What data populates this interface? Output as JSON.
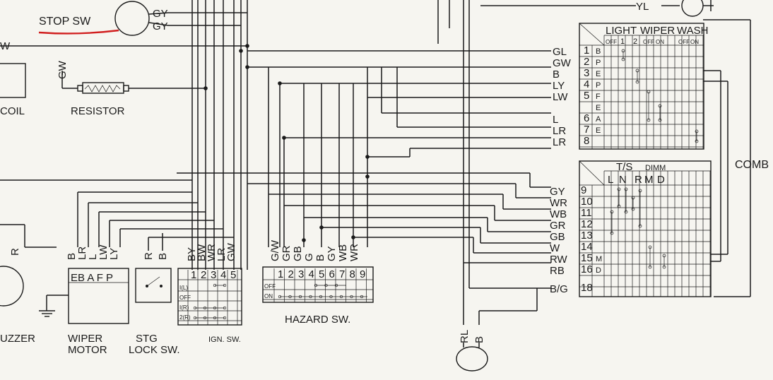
{
  "components": {
    "stop_sw": "STOP SW",
    "coil": "COIL",
    "resistor": "RESISTOR",
    "comb": "COMB",
    "wiper_terminals": "EB A F P",
    "wiper_motor_1": "WIPER",
    "wiper_motor_2": "MOTOR",
    "buzzer": "UZZER",
    "stg_1": "STG",
    "stg_2": "LOCK SW.",
    "ign_sw": "IGN. SW.",
    "hazard_sw": "HAZARD SW."
  },
  "wires": {
    "stop_gy_1": "GY",
    "stop_gy_2": "GY",
    "yl": "YL",
    "w_left": "W",
    "gw_resistor": "GW",
    "r_buzzer": "R"
  },
  "comb_upper": {
    "headers": [
      "LIGHT",
      "WIPER",
      "WASH"
    ],
    "subheaders": [
      "OFF",
      "1",
      "2",
      "OFF",
      "ON",
      "OFF",
      "ON"
    ],
    "rows": [
      {
        "wire": "GL",
        "num": "1",
        "code": "B"
      },
      {
        "wire": "GW",
        "num": "2",
        "code": "P"
      },
      {
        "wire": "B",
        "num": "3",
        "code": "E"
      },
      {
        "wire": "LY",
        "num": "4",
        "code": "P"
      },
      {
        "wire": "LW",
        "num": "5",
        "code": "F"
      },
      {
        "wire": "",
        "num": "",
        "code": "E"
      },
      {
        "wire": "L",
        "num": "6",
        "code": "A"
      },
      {
        "wire": "LR",
        "num": "7",
        "code": "E"
      },
      {
        "wire": "LR",
        "num": "8",
        "code": ""
      }
    ]
  },
  "comb_lower": {
    "headers": [
      "T/S",
      "DIMM"
    ],
    "subheaders": [
      "L",
      "N",
      "R",
      "M",
      "D"
    ],
    "rows": [
      {
        "wire": "GY",
        "num": "9",
        "code": ""
      },
      {
        "wire": "WR",
        "num": "10",
        "code": ""
      },
      {
        "wire": "WB",
        "num": "11",
        "code": ""
      },
      {
        "wire": "GR",
        "num": "12",
        "code": ""
      },
      {
        "wire": "GB",
        "num": "13",
        "code": ""
      },
      {
        "wire": "W",
        "num": "14",
        "code": ""
      },
      {
        "wire": "RW",
        "num": "15",
        "code": "M"
      },
      {
        "wire": "RB",
        "num": "16",
        "code": "D"
      },
      {
        "wire": "B/G",
        "num": "18",
        "code": ""
      }
    ]
  },
  "wiper_wires": [
    "B",
    "LR",
    "L",
    "LW",
    "LY"
  ],
  "stg_wires": [
    "R",
    "B"
  ],
  "ign": {
    "wires": [
      "BY",
      "BW",
      "WR",
      "LR",
      "GW"
    ],
    "cols": [
      "1",
      "2",
      "3",
      "4",
      "5"
    ],
    "rows": [
      "I(L)",
      "OFF",
      "I(R)",
      "2(R)"
    ]
  },
  "hazard": {
    "wires": [
      "G/W",
      "GR",
      "GB",
      "G",
      "B",
      "GY",
      "WB",
      "WR"
    ],
    "cols": [
      "1",
      "2",
      "3",
      "4",
      "5",
      "6",
      "7",
      "8",
      "9"
    ],
    "rows": [
      "OFF",
      "ON"
    ]
  },
  "rl_wires": [
    "RL",
    "B"
  ]
}
